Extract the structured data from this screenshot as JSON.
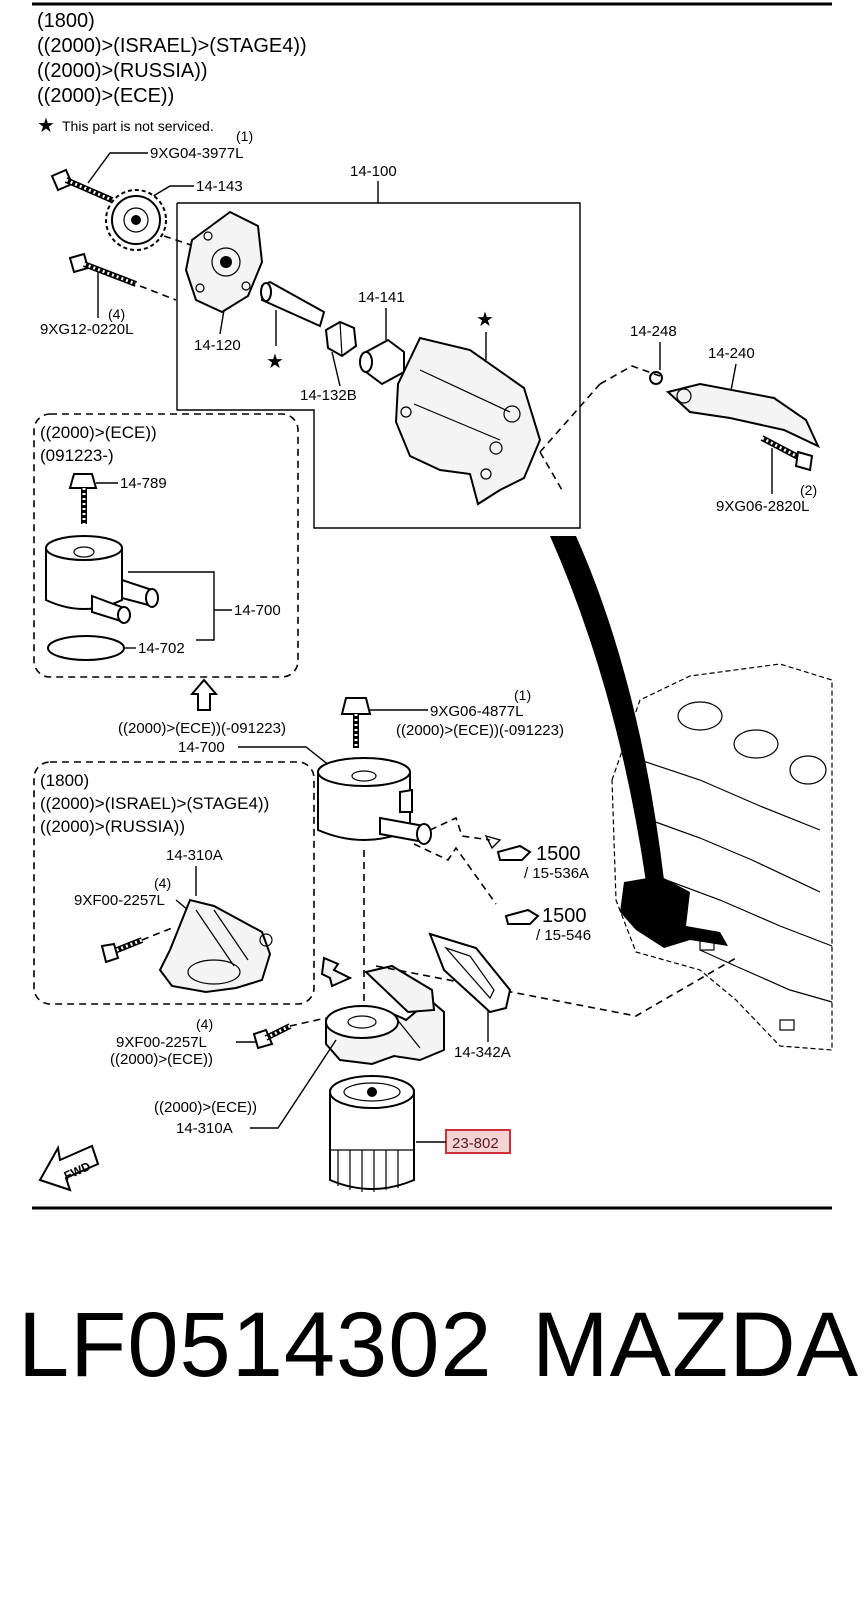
{
  "header": {
    "lines": [
      "(1800)",
      "((2000)>(ISRAEL)>(STAGE4))",
      "((2000)>(RUSSIA))",
      "((2000)>(ECE))"
    ],
    "note": "This part is not serviced."
  },
  "labels": {
    "qty_1a": "(1)",
    "bolt_9xg04": "9XG04-3977L",
    "sprocket": "14-143",
    "pump_assy": "14-100",
    "qty_4a": "(4)",
    "bolt_9xg12": "9XG12-0220L",
    "pump_body_cover": "14-120",
    "shaft_141": "14-141",
    "gear_132b": "14-132B",
    "clip_248": "14-248",
    "lever_240": "14-240",
    "qty_2": "(2)",
    "bolt_9xg06_2820": "9XG06-2820L",
    "ece_box_line1": "((2000)>(ECE))",
    "ece_box_line2": "(091223-)",
    "bolt_789": "14-789",
    "cooler_700a": "14-700",
    "gasket_702": "14-702",
    "ece_note_1": "((2000)>(ECE))(-091223)",
    "cooler_700b": "14-700",
    "qty_1b": "(1)",
    "bolt_9xg06_4877": "9XG06-4877L",
    "ece_note_2": "((2000)>(ECE))(-091223)",
    "lower_box_lines": [
      "(1800)",
      "((2000)>(ISRAEL)>(STAGE4))",
      "((2000)>(RUSSIA))"
    ],
    "bracket_310a_a": "14-310A",
    "qty_4b": "(4)",
    "bolt_9xf00_a": "9XF00-2257L",
    "ref_1500_a": "1500",
    "ref_536a": "/ 15-536A",
    "ref_1500_b": "1500",
    "ref_546": "/ 15-546",
    "qty_4c": "(4)",
    "bolt_9xf00_b": "9XF00-2257L",
    "ece_note_3": "((2000)>(ECE))",
    "gasket_342a": "14-342A",
    "ece_note_4": "((2000)>(ECE))",
    "bracket_310a_b": "14-310A",
    "oil_filter": "23-802",
    "fwd": "FWD"
  },
  "footer": {
    "part_number": "LF0514302",
    "brand": "MAZDA"
  },
  "colors": {
    "highlight": "#d0303a",
    "highlight_fill": "#f3d3d3",
    "ink": "#000000"
  }
}
